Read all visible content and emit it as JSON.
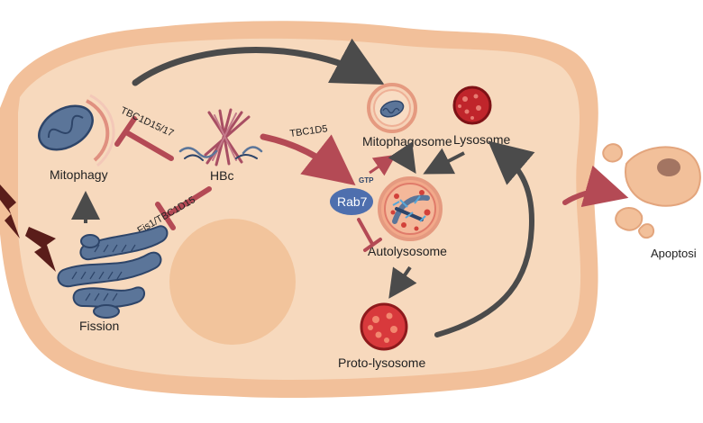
{
  "labels": {
    "mitophagy": "Mitophagy",
    "hbc": "HBc",
    "fission": "Fission",
    "tbc1d15_17": "TBC1D15/17",
    "fis1_tbc1d15": "Fis1/TBC1D15",
    "tbc1d5": "TBC1D5",
    "mitophagosome": "Mitophagosome",
    "lysosome": "Lysosome",
    "rab7": "Rab7",
    "gtp": "GTP",
    "autolysosome": "Autolysosome",
    "proto_lysosome": "Proto-lysosome",
    "apoptosis": "Apoptosi"
  },
  "colors": {
    "cell_outer": "#f2c09a",
    "cell_inner": "#f7d9bd",
    "nucleus": "#f2c49c",
    "mito": "#5b7599",
    "mito_dark": "#2e4569",
    "inhibitor": "#b44a55",
    "arrow_dark": "#4b4b4b",
    "lightning": "#5a1d1a",
    "lysosome": "#c0252b",
    "rab7": "#4e6fae"
  }
}
